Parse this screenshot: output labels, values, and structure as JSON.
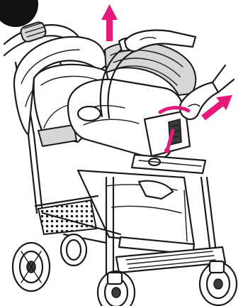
{
  "figure": {
    "step_badge_color": "#111111",
    "arrow_up_color": "#e4197a",
    "arrow_out_color": "#e4197a",
    "handle_highlight_color": "#e4197a",
    "icons": [
      "step-badge",
      "lift-up-arrow",
      "pull-out-arrow",
      "release-handle-highlight"
    ]
  }
}
